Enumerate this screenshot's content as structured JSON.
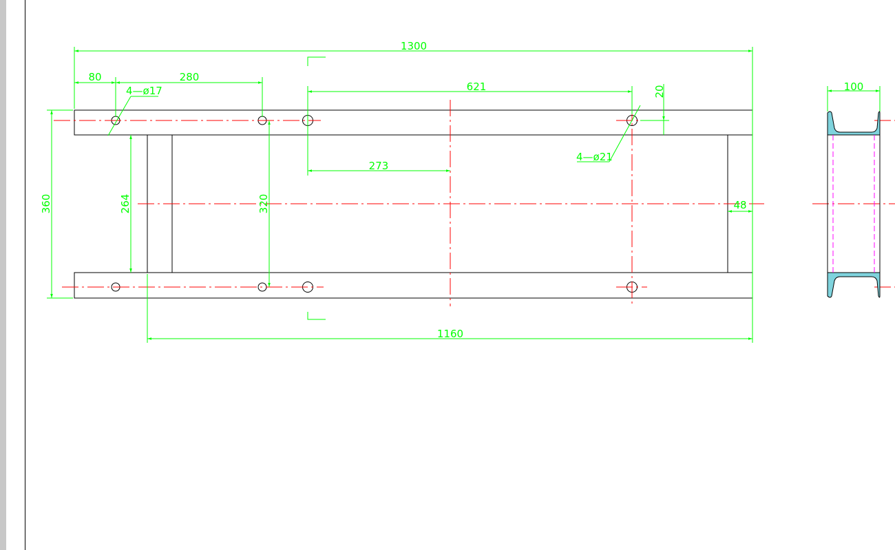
{
  "colors": {
    "geometry": "#000000",
    "dimension": "#00ff00",
    "centerline": "#ff0000",
    "hidden": "#ff00ff",
    "section_fill": "#7fd3dd",
    "side_strip": "#c8c8c8"
  },
  "dimensions": {
    "overall_length": "1300",
    "hole_offset_left": "80",
    "hole_spacing_left": "280",
    "hole_spacing_right": "621",
    "rail_thickness": "20",
    "center_offset": "273",
    "overall_height": "360",
    "inner_height": "264",
    "hole_rows_spacing": "320",
    "end_clearance": "48",
    "inner_length": "1160",
    "section_width": "100"
  },
  "callouts": {
    "small_holes": "4—ø17",
    "large_holes": "4—ø21"
  },
  "icons": {
    "section_marker": "section-cut-marker-icon",
    "hole": "bolt-hole-icon"
  }
}
